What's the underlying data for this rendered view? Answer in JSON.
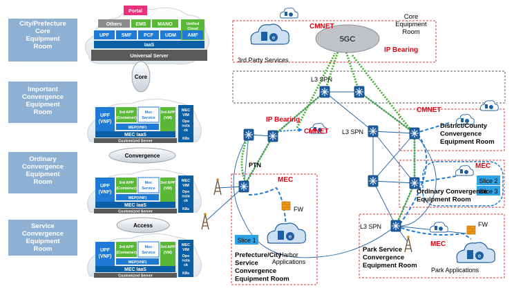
{
  "left_rooms": [
    {
      "label": "City/Prefecture\nCore\nEquipment\nRoom"
    },
    {
      "label": "Important\nConvergence\nEquipment\nRoom"
    },
    {
      "label": "Ordinary\nConvergence\nEquipment\nRoom"
    },
    {
      "label": "Service\nConvergence\nEquipment\nRoom"
    }
  ],
  "core_stack": {
    "portal": "Portal",
    "others": "Others",
    "ems": "EMS",
    "mano": "MANO",
    "unified": "Unified\nCloud\nMgmt",
    "nfs": [
      "UPF",
      "SMF",
      "PCF",
      "UDM",
      "AMF"
    ],
    "iaas": "IaaS",
    "server": "Universal Server"
  },
  "edge_stack": {
    "upf": "UPF\n(VNF)",
    "app_container": "3rd APP\n(Container)",
    "mec_service": "Mec\nService",
    "app_vm": "3rd APP\n(VM)",
    "mep": "MEP(VNF)",
    "mec_iaas": "MEC IaaS",
    "server": "Customized Server",
    "mec_vim": "MEC\nVIM",
    "ops": "Ope\nnsta\nck",
    "k8s": "K8s"
  },
  "connectors": {
    "core": "Core",
    "convergence": "Convergence",
    "access": "Access"
  },
  "right": {
    "core_room": "Core\nEquipment\nRoom",
    "cmnet_top": "CMNET",
    "fivegc": "5GC",
    "ip_bearing_top": "IP Bearing",
    "third_party": "3rd Party Services",
    "l3spn_top": "L3 SPN",
    "l3spn_mid": "L3 SPN",
    "l3spn_bottom": "L3 SPN",
    "ip_bearing_mid": "IP Bearing",
    "cmnet_mid": "CMNET",
    "cmnet_right": "CMNET",
    "ptn": "PTN",
    "mec_left": "MEC",
    "mec_right": "MEC",
    "mec_bottom": "MEC",
    "fw_left": "FW",
    "fw_right": "FW",
    "slice1": "Slice 1",
    "slice2": "Slice 2",
    "slice3": "Slice 3",
    "harbor": "Harbor\nApplications",
    "park_apps": "Park Applications",
    "prefecture_room": "Prefecture/City\nService\nConvergence\nEquipment Room",
    "district_room": "District/County\nConvergence\nEquipment Room",
    "ordinary_room": "Ordinary Convergence\nEquipment Room",
    "park_room": "Park Service\nConvergence\nEquipment Room"
  },
  "colors": {
    "room_box": "#8db0d3",
    "dark_blue": "#0b5fa5",
    "nf_blue": "#1f7ad6",
    "green": "#59b936",
    "grey": "#8c8c8c",
    "red": "#e60012",
    "pink": "#e8307d"
  }
}
